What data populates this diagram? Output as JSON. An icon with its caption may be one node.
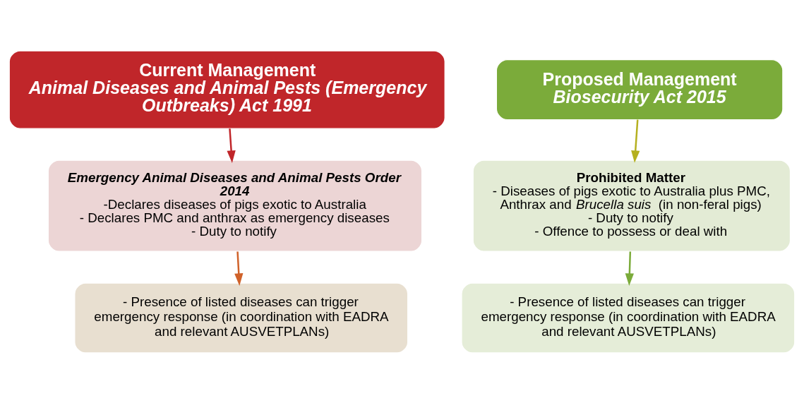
{
  "diagram": {
    "nodes": [
      {
        "text": [
          "Current Management",
          "Animal Diseases and Animal Pests (Emergency Outbreaks) Act 1991"
        ]
      },
      {
        "text": [
          "Proposed Management",
          "Biosecurity Act 2015"
        ]
      },
      {
        "text": [
          "Emergency Animal Diseases and Animal Pests Order 2014",
          "-Declares diseases of pigs exotic to Australia",
          "- Declares PMC and anthrax as emergency diseases",
          "- Duty to notify"
        ]
      },
      {
        "text": [
          "Prohibited Matter",
          "- Diseases of pigs exotic to Australia plus PMC, Anthrax and *Brucella suis* (in non-feral pigs)",
          "- Duty to notify",
          "- Offence to possess or deal with"
        ]
      },
      {
        "text": [
          "- Presence of listed diseases can trigger emergency response (in coordination with EADRA and relevant AUSVETPLANs)"
        ]
      },
      {
        "text": [
          "- Presence of listed diseases can trigger emergency response (in coordination with EADRA and relevant AUSVETPLANs)"
        ]
      }
    ],
    "edges": [
      {
        "from": 0,
        "to": 2,
        "arrow": "to",
        "color": "#c0262a"
      },
      {
        "from": 2,
        "to": 4,
        "arrow": "to",
        "color": "#d0622a"
      },
      {
        "from": 1,
        "to": 3,
        "arrow": "to",
        "color": "#b5b020"
      },
      {
        "from": 3,
        "to": 5,
        "arrow": "to",
        "color": "#7bab3a"
      }
    ]
  }
}
